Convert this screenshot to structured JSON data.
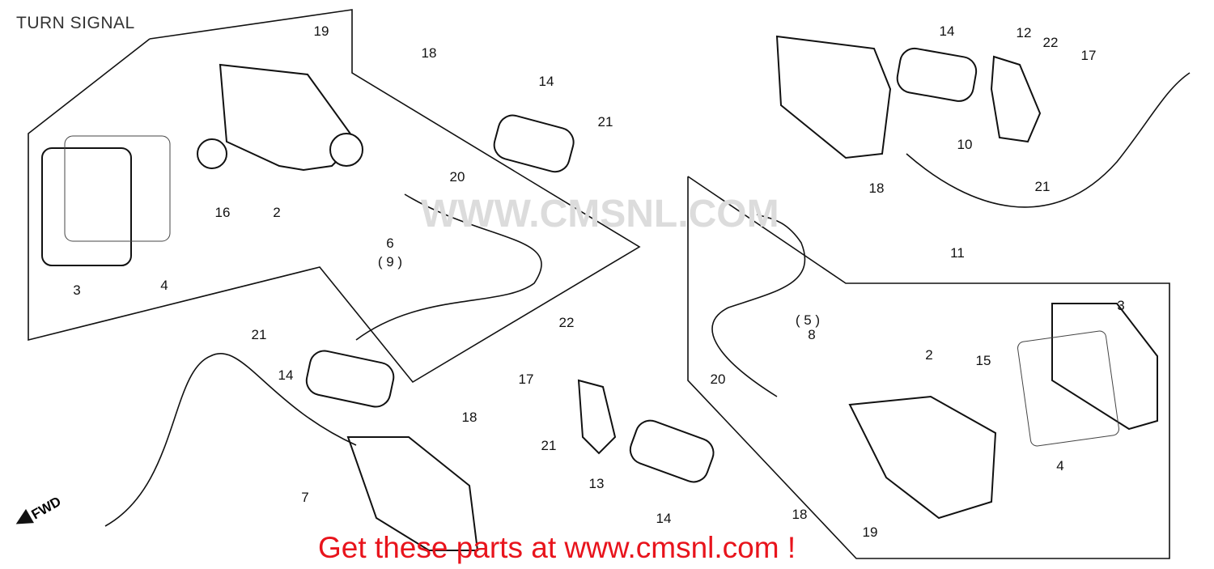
{
  "title": "TURN SIGNAL",
  "promo": "Get these parts at www.cmsnl.com !",
  "watermark": "WWW.CMSNL.COM",
  "fwd_label": "FWD",
  "callouts": [
    "19",
    "18",
    "14",
    "21",
    "20",
    "16",
    "2",
    "6",
    "( 9 )",
    "3",
    "4",
    "21",
    "14",
    "22",
    "17",
    "18",
    "21",
    "13",
    "7",
    "14",
    "14",
    "12",
    "22",
    "17",
    "10",
    "18",
    "21",
    "11",
    "( 5 )",
    "8",
    "20",
    "2",
    "15",
    "3",
    "4",
    "18",
    "19"
  ],
  "colors": {
    "promo": "#e8141c",
    "line": "#111111"
  }
}
